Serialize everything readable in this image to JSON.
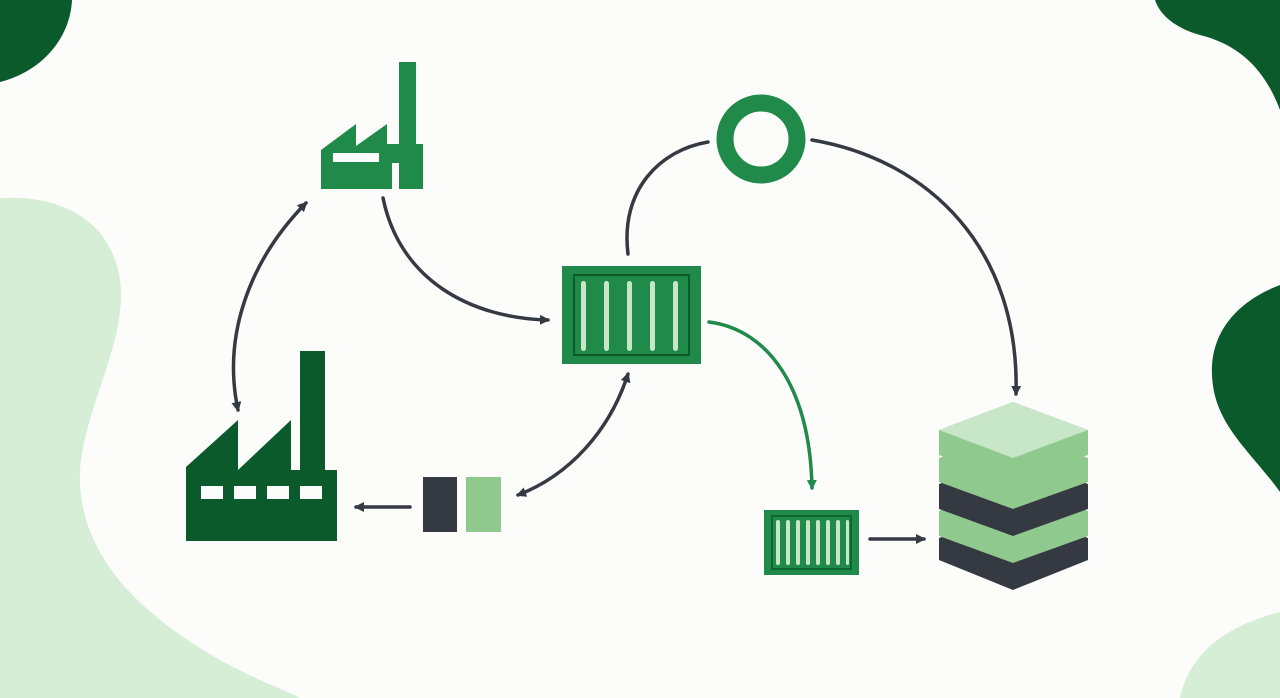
{
  "colors": {
    "background": "#fcfcfb",
    "dark_green": "#0b5a2c",
    "green": "#1f8a49",
    "light_green": "#c8e6c8",
    "mid_green": "#8fc98d",
    "charcoal": "#353942",
    "blob_light": "#d6edd6"
  },
  "nodes": [
    {
      "id": "small-factory",
      "icon": "factory-icon"
    },
    {
      "id": "large-factory",
      "icon": "factory-icon"
    },
    {
      "id": "central-container",
      "icon": "shipping-container-icon"
    },
    {
      "id": "ring",
      "icon": "ring-icon"
    },
    {
      "id": "small-container",
      "icon": "shipping-container-icon"
    },
    {
      "id": "pallet",
      "icon": "pallet-blocks-icon"
    },
    {
      "id": "layer-stack",
      "icon": "stacked-layers-icon"
    }
  ],
  "edges": [
    {
      "from": "small-factory",
      "to": "central-container",
      "direction": "forward",
      "color": "charcoal"
    },
    {
      "from": "small-factory",
      "to": "large-factory",
      "direction": "both",
      "color": "charcoal"
    },
    {
      "from": "central-container",
      "to": "ring",
      "direction": "none",
      "color": "charcoal"
    },
    {
      "from": "ring",
      "to": "layer-stack",
      "direction": "forward",
      "color": "charcoal"
    },
    {
      "from": "central-container",
      "to": "small-container",
      "direction": "forward",
      "color": "green"
    },
    {
      "from": "central-container",
      "to": "pallet",
      "direction": "both",
      "color": "charcoal"
    },
    {
      "from": "pallet",
      "to": "large-factory",
      "direction": "forward",
      "color": "charcoal"
    },
    {
      "from": "small-container",
      "to": "layer-stack",
      "direction": "forward",
      "color": "charcoal"
    }
  ]
}
